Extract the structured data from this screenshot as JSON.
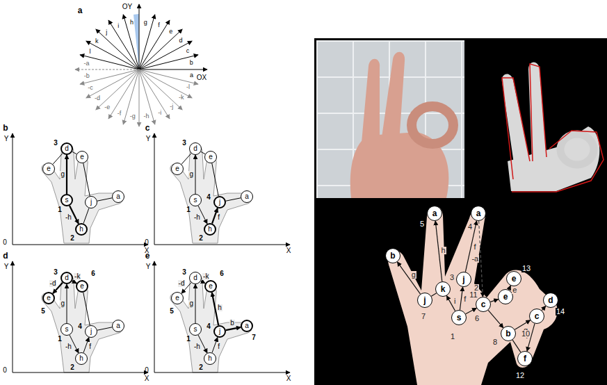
{
  "diagram": {
    "nodes": [
      {
        "text": [
          "e"
        ]
      },
      {
        "text": [
          "d"
        ]
      },
      {
        "text": [
          "e"
        ]
      },
      {
        "text": [
          "s"
        ]
      },
      {
        "text": [
          "j"
        ]
      },
      {
        "text": [
          "a"
        ]
      },
      {
        "text": [
          "h"
        ]
      },
      {
        "text": [
          "e"
        ]
      },
      {
        "text": [
          "d"
        ]
      },
      {
        "text": [
          "e"
        ]
      },
      {
        "text": [
          "s"
        ]
      },
      {
        "text": [
          "j"
        ]
      },
      {
        "text": [
          "a"
        ]
      },
      {
        "text": [
          "h"
        ]
      },
      {
        "text": [
          "e"
        ]
      },
      {
        "text": [
          "d"
        ]
      },
      {
        "text": [
          "e"
        ]
      },
      {
        "text": [
          "s"
        ]
      },
      {
        "text": [
          "j"
        ]
      },
      {
        "text": [
          "a"
        ]
      },
      {
        "text": [
          "h"
        ]
      },
      {
        "text": [
          "e"
        ]
      },
      {
        "text": [
          "d"
        ]
      },
      {
        "text": [
          "e"
        ]
      },
      {
        "text": [
          "s"
        ]
      },
      {
        "text": [
          "j"
        ]
      },
      {
        "text": [
          "a"
        ]
      },
      {
        "text": [
          "h"
        ]
      },
      {
        "text": [
          "b"
        ]
      },
      {
        "text": [
          "a"
        ]
      },
      {
        "text": [
          "a"
        ]
      },
      {
        "text": [
          "k"
        ]
      },
      {
        "text": [
          "j"
        ]
      },
      {
        "text": [
          "j"
        ]
      },
      {
        "text": [
          "s"
        ]
      },
      {
        "text": [
          "c"
        ]
      },
      {
        "text": [
          "e"
        ]
      },
      {
        "text": [
          "e"
        ]
      },
      {
        "text": [
          "c"
        ]
      },
      {
        "text": [
          "d"
        ]
      },
      {
        "text": [
          "b"
        ]
      },
      {
        "text": [
          "f"
        ]
      }
    ],
    "edges": [
      {
        "from": 0,
        "to": 1,
        "arrow": "none"
      },
      {
        "from": 1,
        "to": 2,
        "arrow": "none"
      },
      {
        "from": 2,
        "to": 4,
        "arrow": "none"
      },
      {
        "from": 4,
        "to": 5,
        "arrow": "none"
      },
      {
        "from": 6,
        "to": 4,
        "arrow": "none"
      },
      {
        "from": 3,
        "to": 1,
        "arrow": "to",
        "label": "g"
      },
      {
        "from": 3,
        "to": 6,
        "arrow": "to",
        "label": "-h"
      },
      {
        "from": 7,
        "to": 8,
        "arrow": "none"
      },
      {
        "from": 8,
        "to": 9,
        "arrow": "none"
      },
      {
        "from": 9,
        "to": 11,
        "arrow": "none"
      },
      {
        "from": 11,
        "to": 12,
        "arrow": "none"
      },
      {
        "from": 13,
        "to": 11,
        "arrow": "to",
        "label": "f"
      },
      {
        "from": 10,
        "to": 8,
        "arrow": "to",
        "label": "g"
      },
      {
        "from": 10,
        "to": 13,
        "arrow": "to",
        "label": "-h"
      },
      {
        "from": 15,
        "to": 14,
        "arrow": "to",
        "label": "-d"
      },
      {
        "from": 15,
        "to": 16,
        "arrow": "to",
        "label": "-k"
      },
      {
        "from": 16,
        "to": 18,
        "arrow": "none"
      },
      {
        "from": 18,
        "to": 19,
        "arrow": "none"
      },
      {
        "from": 20,
        "to": 18,
        "arrow": "to",
        "label": "f"
      },
      {
        "from": 17,
        "to": 15,
        "arrow": "to",
        "label": "g"
      },
      {
        "from": 17,
        "to": 20,
        "arrow": "to",
        "label": "-h"
      },
      {
        "from": 22,
        "to": 21,
        "arrow": "to",
        "label": "-d"
      },
      {
        "from": 22,
        "to": 23,
        "arrow": "to",
        "label": "-k"
      },
      {
        "from": 25,
        "to": 23,
        "arrow": "to",
        "label": "h"
      },
      {
        "from": 25,
        "to": 26,
        "arrow": "to",
        "label": "b"
      },
      {
        "from": 27,
        "to": 25,
        "arrow": "to",
        "label": "f"
      },
      {
        "from": 24,
        "to": 22,
        "arrow": "to",
        "label": "g"
      },
      {
        "from": 24,
        "to": 27,
        "arrow": "to",
        "label": "-h"
      },
      {
        "from": 34,
        "to": 33,
        "arrow": "to",
        "label": "f"
      },
      {
        "from": 33,
        "to": 30,
        "arrow": "to",
        "label": "f"
      },
      {
        "from": 34,
        "to": 31,
        "arrow": "to",
        "label": "i"
      },
      {
        "from": 31,
        "to": 29,
        "arrow": "to",
        "label": "h"
      },
      {
        "from": 31,
        "to": 32,
        "arrow": "none"
      },
      {
        "from": 32,
        "to": 28,
        "arrow": "to",
        "label": "g"
      },
      {
        "from": 30,
        "to": 35,
        "arrow": "to",
        "label": "-a"
      },
      {
        "from": 34,
        "to": 35,
        "arrow": "to"
      },
      {
        "from": 35,
        "to": 37,
        "arrow": "to"
      },
      {
        "from": 37,
        "to": 36,
        "arrow": "to",
        "label": "e"
      },
      {
        "from": 35,
        "to": 40,
        "arrow": "to"
      },
      {
        "from": 40,
        "to": 38,
        "arrow": "to",
        "label": "g"
      },
      {
        "from": 38,
        "to": 39,
        "arrow": "to"
      },
      {
        "from": 38,
        "to": 41,
        "arrow": "to",
        "label": "f"
      },
      {
        "from": 40,
        "to": 41,
        "arrow": "none"
      }
    ],
    "labels": [
      "a",
      "OY",
      "OX",
      "a",
      "b",
      "c",
      "d",
      "e",
      "f",
      "g",
      "h",
      "i",
      "j",
      "k",
      "l",
      "-a",
      "-b",
      "-c",
      "-d",
      "-e",
      "-f",
      "-g",
      "-h",
      "-i",
      "-j",
      "-k",
      "-l",
      "b",
      "Y",
      "X",
      "0",
      "3",
      "1",
      "2",
      "c",
      "Y",
      "X",
      "0",
      "3",
      "1",
      "2",
      "4",
      "d",
      "Y",
      "X",
      "0",
      "3",
      "1",
      "2",
      "4",
      "5",
      "6",
      "e",
      "Y",
      "X",
      "0",
      "3",
      "1",
      "2",
      "4",
      "5",
      "6",
      "7",
      "1",
      "2",
      "3",
      "4",
      "5",
      "6",
      "7",
      "8",
      "10",
      "11",
      "12",
      "13",
      "14"
    ]
  }
}
